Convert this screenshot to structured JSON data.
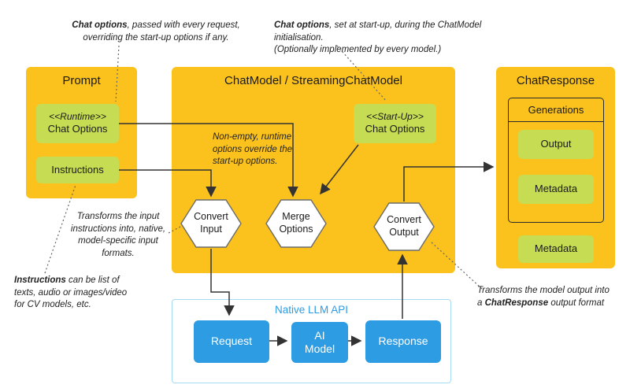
{
  "colors": {
    "amber": "#fbc21d",
    "green": "#c6dc52",
    "blue": "#2e9ce3",
    "api_border": "#a7dcf5",
    "arrow": "#333333"
  },
  "notes": {
    "runtime": {
      "bold": "Chat options",
      "text": ", passed with every request, overriding the start-up options if any."
    },
    "startup": {
      "bold": "Chat options",
      "text": ", set at start-up, during the ChatModel initialisation.",
      "line2": "(Optionally implemented by every model.)"
    },
    "merge": "Non-empty, runtime options override the start-up options.",
    "convert_input": "Transforms the input instructions into, native, model-specific input formats.",
    "instructions": {
      "bold": "Instructions",
      "text": " can be list of texts, audio or images/video for CV models, etc."
    },
    "convert_output": {
      "pre": "Transforms the model output into a ",
      "bold": "ChatResponse",
      "post": " output format"
    }
  },
  "prompt": {
    "title": "Prompt",
    "runtime": {
      "stereotype": "<<Runtime>>",
      "label": "Chat Options"
    },
    "instructions_label": "Instructions"
  },
  "chat_model": {
    "title": "ChatModel / StreamingChatModel",
    "startup": {
      "stereotype": "<<Start-Up>>",
      "label": "Chat Options"
    },
    "hexagons": {
      "convert_input": {
        "line1": "Convert",
        "line2": "Input"
      },
      "merge": {
        "line1": "Merge",
        "line2": "Options"
      },
      "convert_output": {
        "line1": "Convert",
        "line2": "Output"
      }
    }
  },
  "chat_response": {
    "title": "ChatResponse",
    "generations_title": "Generations",
    "output_label": "Output",
    "metadata_label": "Metadata",
    "metadata2_label": "Metadata"
  },
  "native_api": {
    "title": "Native LLM API",
    "request": "Request",
    "ai_model": {
      "line1": "AI",
      "line2": "Model"
    },
    "response": "Response"
  }
}
